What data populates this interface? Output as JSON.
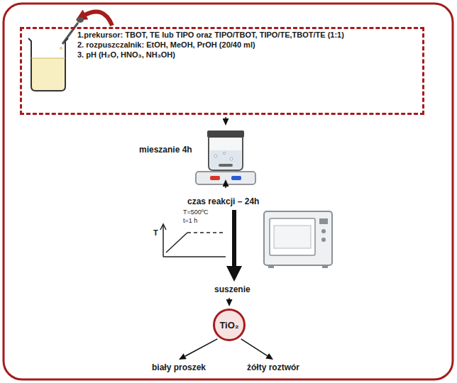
{
  "diagram": {
    "nodes": [
      {
        "text": [
          "1.prekursor: TBOT, TE lub TIPO oraz TIPO/TBOT, TIPO/TE,TBOT/TE (1:1)",
          "2. rozpuszczalnik: EtOH, MeOH, PrOH (20/40 ml)",
          "3. pH (H₂O, HNO₃, NH₃OH)"
        ]
      },
      {
        "text": [
          "mieszanie 4h"
        ]
      },
      {
        "text": [
          "czas reakcji – 24h"
        ]
      },
      {
        "text": [
          "suszenie"
        ]
      },
      {
        "text": [
          "TiO₂"
        ]
      },
      {
        "text": [
          "biały proszek"
        ]
      },
      {
        "text": [
          "żółty roztwór"
        ]
      }
    ],
    "edges": [
      {
        "from": 0,
        "to": 1,
        "arrow": "to"
      },
      {
        "from": 1,
        "to": 2,
        "arrow": "to"
      },
      {
        "from": 2,
        "to": 3,
        "arrow": "to"
      },
      {
        "from": 3,
        "to": 4,
        "arrow": "to"
      },
      {
        "from": 4,
        "to": 5,
        "arrow": "to"
      },
      {
        "from": 4,
        "to": 6,
        "arrow": "to"
      }
    ],
    "labels": [
      "T=500ºC",
      "t=1 h",
      "T"
    ]
  }
}
